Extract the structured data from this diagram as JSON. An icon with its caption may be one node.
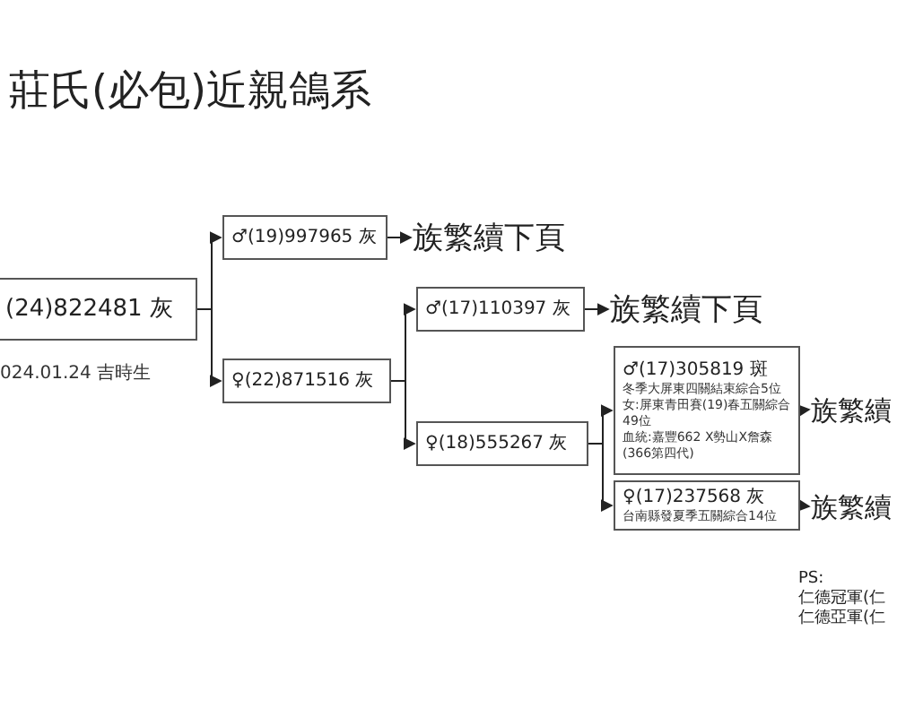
{
  "diagram": {
    "title": "莊氏(必包)近親鴿系",
    "nodes": [
      {
        "text": [
          "(24)822481 灰"
        ],
        "beside": [
          "024.01.24 吉時生"
        ]
      },
      {
        "text": [
          "♂(19)997965 灰"
        ]
      },
      {
        "text": [
          "♀(22)871516 灰"
        ]
      },
      {
        "text": [
          "族繁續下頁"
        ]
      },
      {
        "text": [
          "♂(17)110397 灰"
        ]
      },
      {
        "text": [
          "♀(18)555267 灰"
        ]
      },
      {
        "text": [
          "族繁續下頁"
        ]
      },
      {
        "text": [
          "♂(17)305819 斑",
          "冬季大屏東四關結束綜合5位",
          "女:屏東青田賽(19)春五關綜合49位",
          "血統:嘉豐662 X勢山X詹森(366第四代)"
        ]
      },
      {
        "text": [
          "族繁續"
        ]
      },
      {
        "text": [
          "♀(17)237568 灰",
          "台南縣發夏季五關綜合14位"
        ]
      },
      {
        "text": [
          "族繁續"
        ]
      }
    ],
    "edges": [
      {
        "from": 0,
        "to": 1,
        "arrow": "to"
      },
      {
        "from": 0,
        "to": 2,
        "arrow": "to"
      },
      {
        "from": 1,
        "to": 3,
        "arrow": "to"
      },
      {
        "from": 2,
        "to": 4,
        "arrow": "to"
      },
      {
        "from": 2,
        "to": 5,
        "arrow": "to"
      },
      {
        "from": 4,
        "to": 6,
        "arrow": "to"
      },
      {
        "from": 5,
        "to": 7,
        "arrow": "to"
      },
      {
        "from": 5,
        "to": 9,
        "arrow": "to"
      },
      {
        "from": 7,
        "to": 8,
        "arrow": "to"
      },
      {
        "from": 9,
        "to": 10,
        "arrow": "to"
      }
    ],
    "labels": [
      "PS:",
      "仁德冠軍(仁",
      "仁德亞軍(仁"
    ]
  }
}
